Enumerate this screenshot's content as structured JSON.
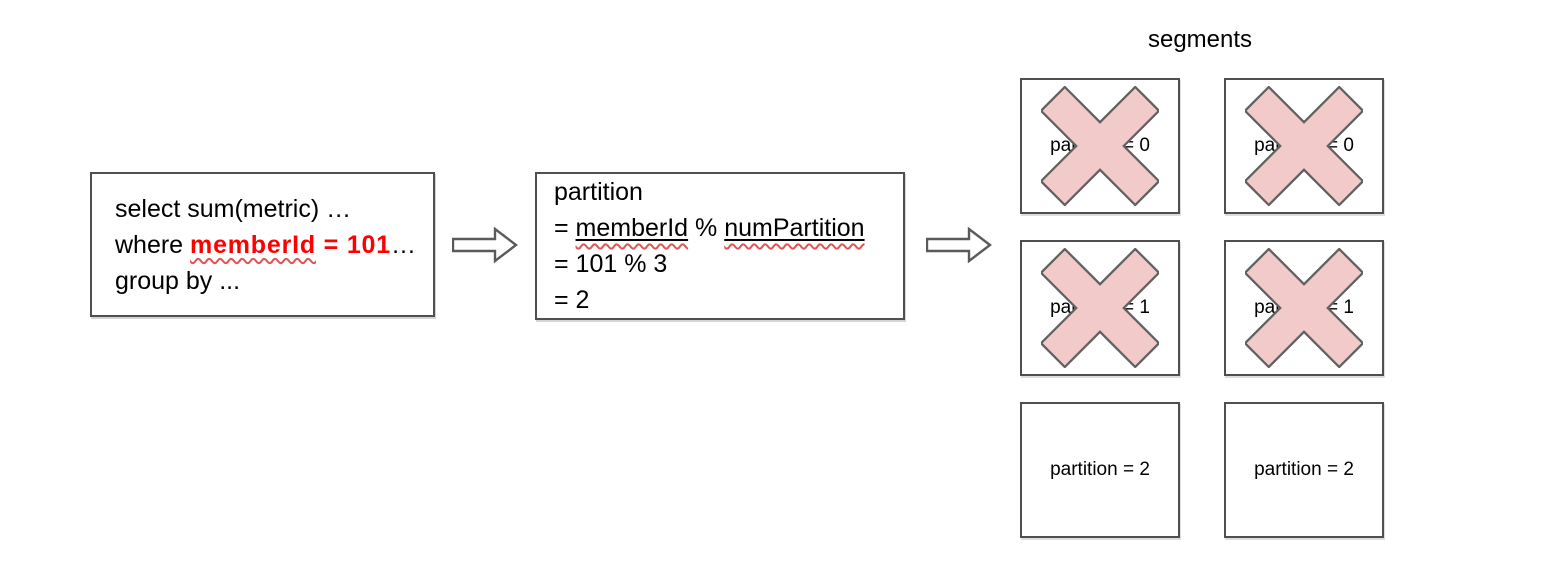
{
  "colors": {
    "highlight_red": "#ff0000",
    "squiggle_red": "#e25555",
    "cross_fill": "#f2caca",
    "cross_stroke": "#616161",
    "box_border": "#4f4f4f",
    "text_black": "#000000"
  },
  "query_box": {
    "line1": "select sum(metric) …",
    "line2": {
      "prefix": "where ",
      "highlight_word": "memberId",
      "highlight_rest": " = 101",
      "suffix": "…"
    },
    "line3": "group by ..."
  },
  "calc_box": {
    "line1": "partition",
    "line2": {
      "prefix": "= ",
      "term1": "memberId",
      "operator": " % ",
      "term2": "numPartition"
    },
    "line3": "= 101 % 3",
    "line4": "= 2"
  },
  "segments": {
    "title": "segments",
    "cells": [
      {
        "label": "partition = 0",
        "excluded": true
      },
      {
        "label": "partition = 0",
        "excluded": true
      },
      {
        "label": "partition = 1",
        "excluded": true
      },
      {
        "label": "partition = 1",
        "excluded": true
      },
      {
        "label": "partition = 2",
        "excluded": false
      },
      {
        "label": "partition = 2",
        "excluded": false
      }
    ]
  },
  "icons": {
    "arrow": "right-block-arrow",
    "cross": "x-exclusion-mark"
  }
}
